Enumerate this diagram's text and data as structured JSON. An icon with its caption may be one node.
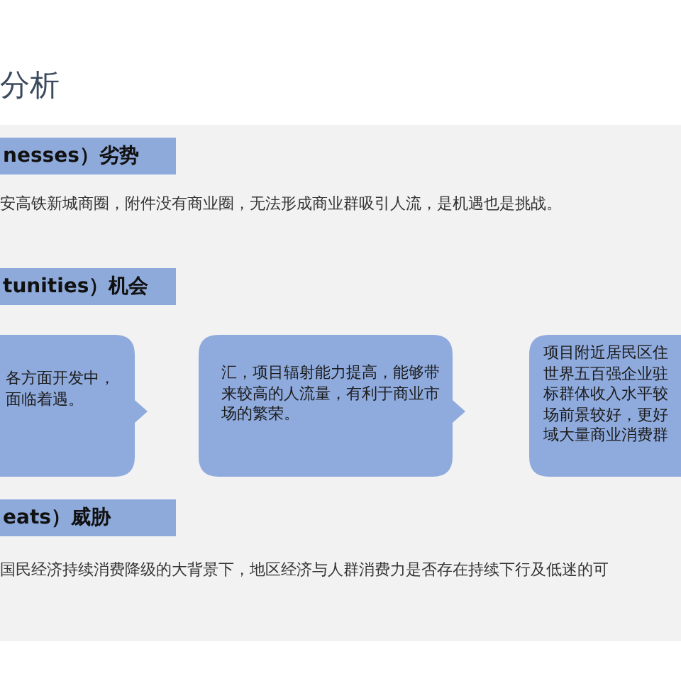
{
  "diagram": {
    "title": "分析",
    "nodes": [
      {
        "text": [
          "nesses）劣势"
        ]
      },
      {
        "text": [
          "tunities）机会"
        ]
      },
      {
        "text": [
          "各方面开发中，面临着遇。"
        ]
      },
      {
        "text": [
          "汇，项目辐射能力提高，能够带来较高的人流量，有利于商业市场的繁荣。"
        ]
      },
      {
        "text": [
          "项目附近居民区住世界五百强企业驻标群体收入水平较场前景较好，更好域大量商业消费群"
        ]
      },
      {
        "text": [
          "eats）威胁"
        ]
      }
    ],
    "labels": [
      "安高铁新城商圈，附件没有商业圈，无法形成商业群吸引人流，是机遇也是挑战。",
      "国民经济持续消费降级的大背景下，地区经济与人群消费力是否存在持续下行及低迷的可"
    ]
  }
}
